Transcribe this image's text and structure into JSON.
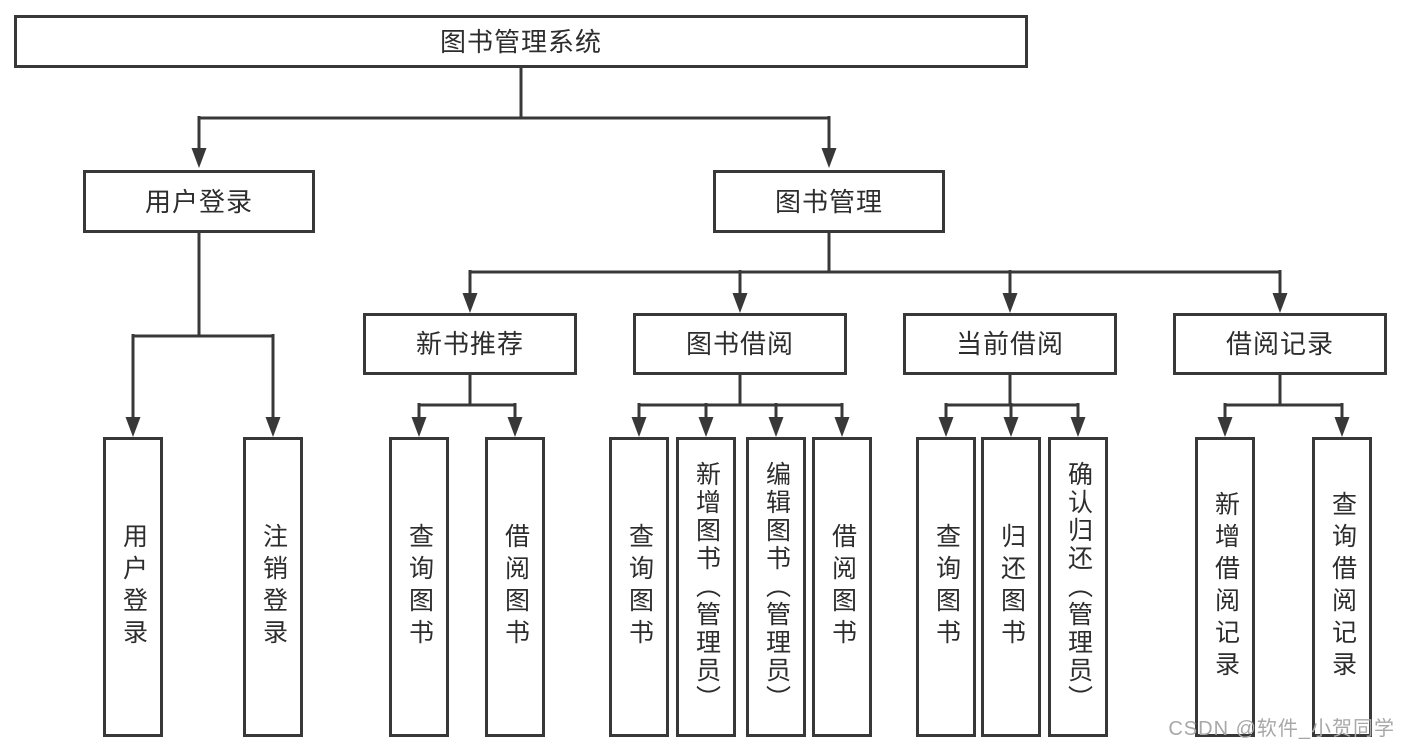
{
  "diagram": {
    "type": "hierarchy-tree",
    "root": {
      "label": "图书管理系统",
      "children": [
        {
          "label": "用户登录",
          "children": [
            {
              "label": "用户登录"
            },
            {
              "label": "注销登录"
            }
          ]
        },
        {
          "label": "图书管理",
          "children": [
            {
              "label": "新书推荐",
              "children": [
                {
                  "label": "查询图书"
                },
                {
                  "label": "借阅图书"
                }
              ]
            },
            {
              "label": "图书借阅",
              "children": [
                {
                  "label": "查询图书"
                },
                {
                  "label": "新增图书（管理员）"
                },
                {
                  "label": "编辑图书（管理员）"
                },
                {
                  "label": "借阅图书"
                }
              ]
            },
            {
              "label": "当前借阅",
              "children": [
                {
                  "label": "查询图书"
                },
                {
                  "label": "归还图书"
                },
                {
                  "label": "确认归还（管理员）"
                }
              ]
            },
            {
              "label": "借阅记录",
              "children": [
                {
                  "label": "新增借阅记录"
                },
                {
                  "label": "查询借阅记录"
                }
              ]
            }
          ]
        }
      ]
    }
  },
  "watermark": {
    "text": "CSDN @软件_小贺同学"
  },
  "colors": {
    "line": "#383838",
    "box_border": "#383838",
    "text": "#2d2d2d",
    "background": "#ffffff",
    "watermark": "#a8a8a8"
  }
}
